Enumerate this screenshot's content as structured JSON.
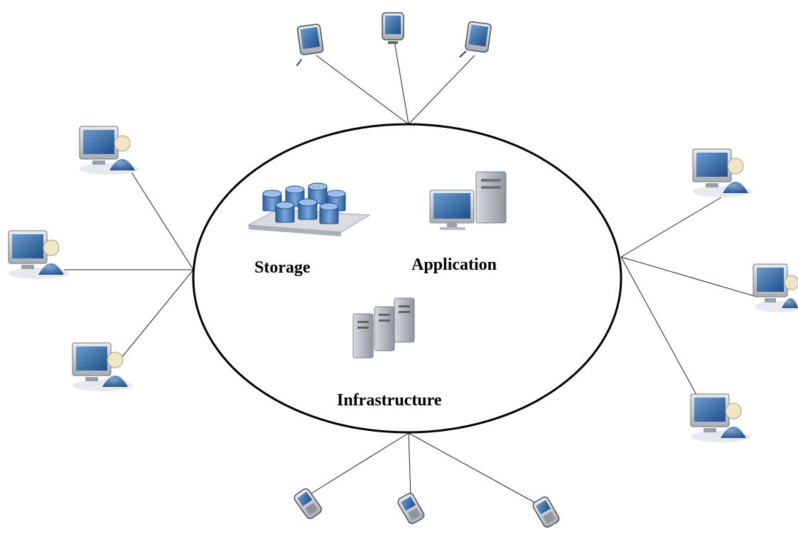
{
  "cloud": {
    "storage_label": "Storage",
    "application_label": "Application",
    "infrastructure_label": "Infrastructure"
  },
  "icons": {
    "storage": "database-cluster-icon",
    "application": "desktop-computer-icon",
    "infrastructure": "server-rack-icon",
    "top_clients": "tablet-device-icon",
    "side_clients": "user-workstation-icon",
    "bottom_clients": "mobile-phone-icon"
  },
  "colors": {
    "line": "#000000",
    "device_blue": "#3f6fa6",
    "device_frame": "#c9ccd1"
  }
}
